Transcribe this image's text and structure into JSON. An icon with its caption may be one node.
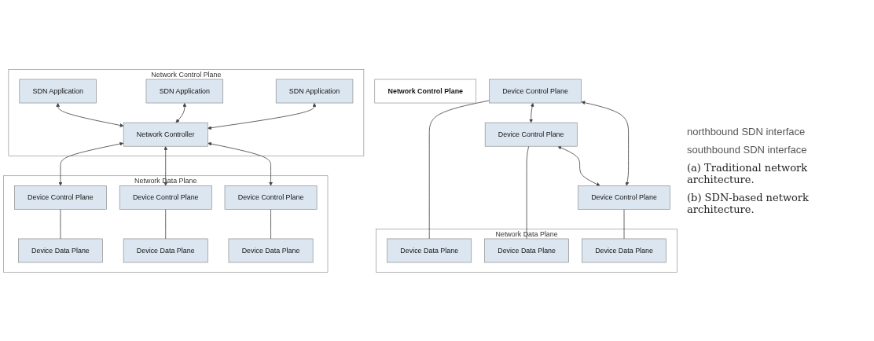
{
  "diagram": {
    "nodes": [
      {
        "text": [
          "Network Control Plane"
        ]
      },
      {
        "text": [
          "Network Data Plane"
        ]
      },
      {
        "text": [
          "Device Control Plane"
        ]
      },
      {
        "text": [
          "Device Control Plane"
        ]
      },
      {
        "text": [
          "Device Control Plane"
        ]
      },
      {
        "text": [
          "Device Data Plane"
        ],
        "in": 1
      },
      {
        "text": [
          "Device Data Plane"
        ],
        "in": 1
      },
      {
        "text": [
          "Device Data Plane"
        ],
        "in": 1
      },
      {
        "text": [
          "Network Control Plane"
        ]
      },
      {
        "text": [
          "SDN Application"
        ],
        "in": 8
      },
      {
        "text": [
          "SDN Application"
        ],
        "in": 8
      },
      {
        "text": [
          "SDN Application"
        ],
        "in": 8
      },
      {
        "text": [
          "Network Controller"
        ],
        "in": 8
      },
      {
        "text": [
          "Network Data Plane"
        ]
      },
      {
        "text": [
          "Device Control Plane"
        ],
        "in": 13
      },
      {
        "text": [
          "Device Control Plane"
        ],
        "in": 13
      },
      {
        "text": [
          "Device Control Plane"
        ],
        "in": 13
      },
      {
        "text": [
          "Device Data Plane"
        ],
        "in": 13
      },
      {
        "text": [
          "Device Data Plane"
        ],
        "in": 13
      },
      {
        "text": [
          "Device Data Plane"
        ],
        "in": 13
      }
    ],
    "edges": [
      {
        "from": 2,
        "to": 3,
        "arrow": "both"
      },
      {
        "from": 3,
        "to": 4,
        "arrow": "both"
      },
      {
        "from": 2,
        "to": 4,
        "arrow": "both"
      },
      {
        "from": 2,
        "to": 5,
        "arrow": "none"
      },
      {
        "from": 3,
        "to": 6,
        "arrow": "none"
      },
      {
        "from": 4,
        "to": 7,
        "arrow": "none"
      },
      {
        "from": 9,
        "to": 12,
        "arrow": "both"
      },
      {
        "from": 10,
        "to": 12,
        "arrow": "both"
      },
      {
        "from": 11,
        "to": 12,
        "arrow": "both"
      },
      {
        "from": 12,
        "to": 14,
        "arrow": "both"
      },
      {
        "from": 12,
        "to": 15,
        "arrow": "both"
      },
      {
        "from": 12,
        "to": 16,
        "arrow": "both"
      },
      {
        "from": 14,
        "to": 17,
        "arrow": "none"
      },
      {
        "from": 15,
        "to": 18,
        "arrow": "none"
      },
      {
        "from": 16,
        "to": 19,
        "arrow": "none"
      }
    ],
    "labels": [
      "northbound SDN interface",
      "southbound SDN interface",
      "(a) Traditional network architecture.",
      "(b) SDN-based network architecture."
    ]
  }
}
